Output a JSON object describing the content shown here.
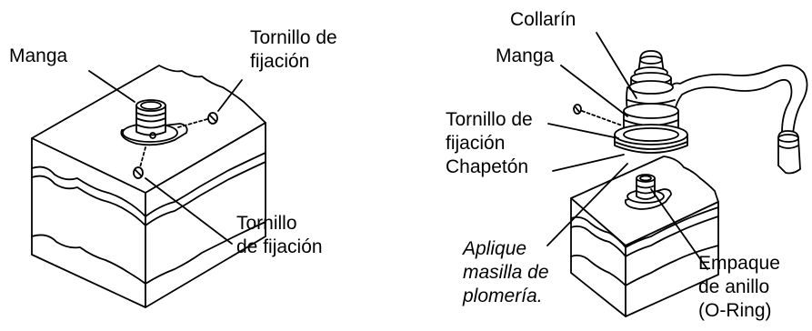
{
  "left": {
    "label_sleeve": "Manga",
    "label_setscrew_top_1": "Tornillo de",
    "label_setscrew_top_2": "fijación",
    "label_setscrew_bottom_1": "Tornillo",
    "label_setscrew_bottom_2": "de fijación"
  },
  "right": {
    "label_collar": "Collarín",
    "label_sleeve": "Manga",
    "label_setscrew_1": "Tornillo de",
    "label_setscrew_2": "fijación",
    "label_flange": "Chapetón",
    "label_putty_1": "Aplique",
    "label_putty_2": "masilla de",
    "label_putty_3": "plomería.",
    "label_oring_1": "Empaque",
    "label_oring_2": "de anillo",
    "label_oring_3": "(O-Ring)"
  }
}
